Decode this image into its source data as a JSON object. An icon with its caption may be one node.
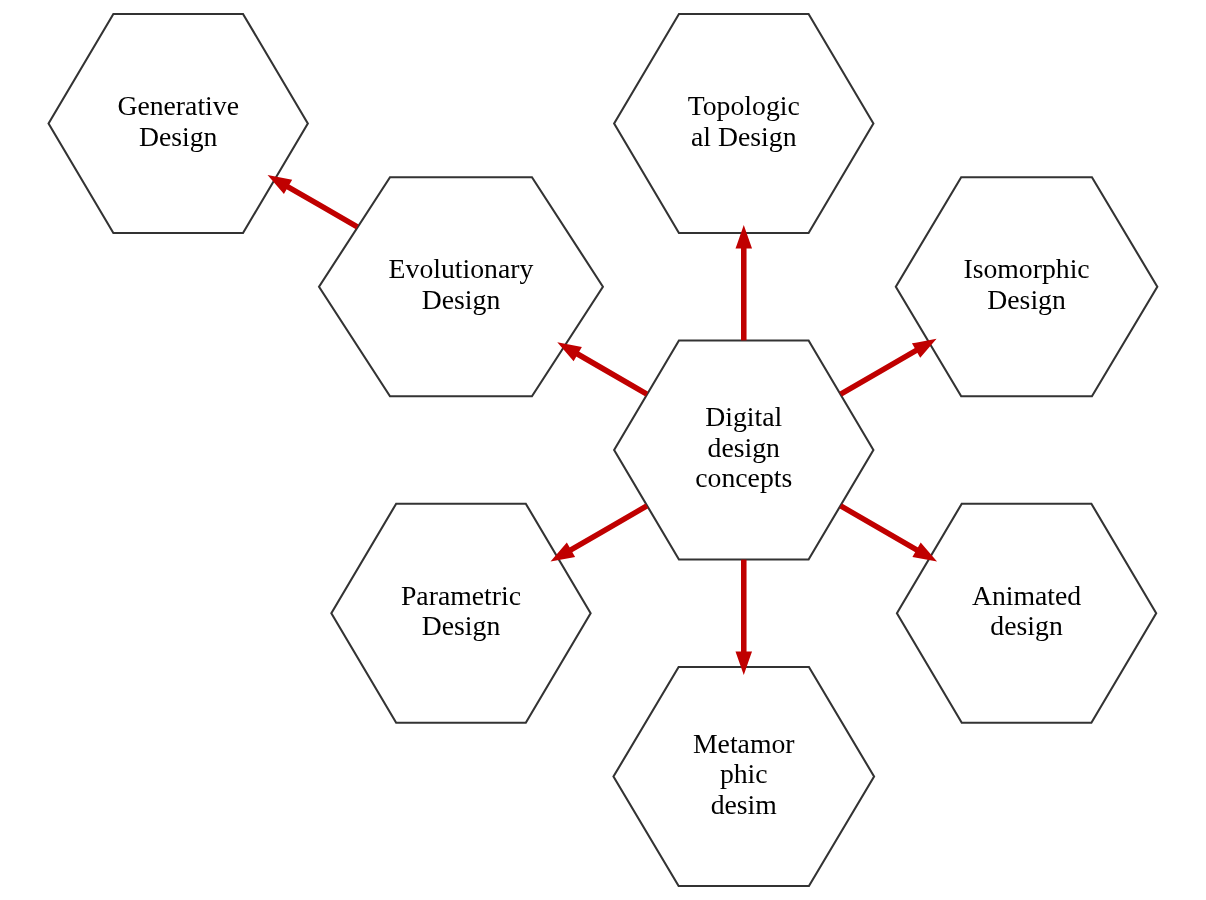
{
  "diagram": {
    "nodes": [
      {
        "text": [
          "Topologic al Design"
        ]
      },
      {
        "text": [
          "Evolutionary Design"
        ]
      },
      {
        "text": [
          "Isomorphic Design"
        ]
      },
      {
        "text": [
          "Generative Design"
        ]
      },
      {
        "text": [
          "Digital design concepts"
        ]
      },
      {
        "text": [
          "Parametric Design"
        ]
      },
      {
        "text": [
          "Animated design"
        ]
      },
      {
        "text": [
          "Metamor phic desim"
        ]
      }
    ],
    "edges": [
      {
        "from": 4,
        "to": 0,
        "arrow": "to"
      },
      {
        "from": 4,
        "to": 2,
        "arrow": "to"
      },
      {
        "from": 4,
        "to": 6,
        "arrow": "to"
      },
      {
        "from": 4,
        "to": 7,
        "arrow": "to"
      },
      {
        "from": 4,
        "to": 5,
        "arrow": "to"
      },
      {
        "from": 4,
        "to": 1,
        "arrow": "to"
      },
      {
        "from": 1,
        "to": 3,
        "arrow": "to"
      }
    ]
  }
}
